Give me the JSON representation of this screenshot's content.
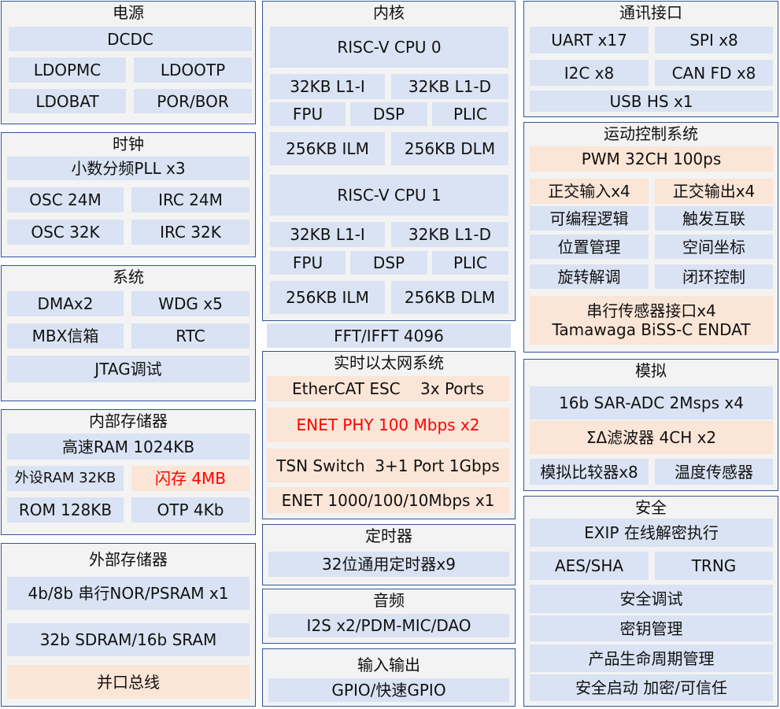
{
  "power": {
    "title": "电源",
    "dcdc": "DCDC",
    "ldopmc": "LDOPMC",
    "ldootp": "LDOOTP",
    "ldobat": "LDOBAT",
    "porbor": "POR/BOR"
  },
  "clock": {
    "title": "时钟",
    "pll": "小数分频PLL x3",
    "osc24": "OSC 24M",
    "irc24": "IRC 24M",
    "osc32": "OSC 32K",
    "irc32": "IRC 32K"
  },
  "system": {
    "title": "系统",
    "dma": "DMAx2",
    "wdg": "WDG x5",
    "mbx": "MBX信箱",
    "rtc": "RTC",
    "jtag": "JTAG调试"
  },
  "internal_mem": {
    "title": "内部存储器",
    "ram": "高速RAM 1024KB",
    "pram": "外设RAM 32KB",
    "flash": "闪存 4MB",
    "rom": "ROM 128KB",
    "otp": "OTP 4Kb"
  },
  "external_mem": {
    "title": "外部存储器",
    "nor": "4b/8b 串行NOR/PSRAM x1",
    "sdram": "32b SDRAM/16b SRAM",
    "parallel": "并口总线"
  },
  "core": {
    "title": "内核",
    "cpu0": {
      "name": "RISC-V CPU 0",
      "l1i": "32KB L1-I",
      "l1d": "32KB L1-D",
      "fpu": "FPU",
      "dsp": "DSP",
      "plic": "PLIC",
      "ilm": "256KB ILM",
      "dlm": "256KB DLM"
    },
    "cpu1": {
      "name": "RISC-V CPU 1",
      "l1i": "32KB L1-I",
      "l1d": "32KB L1-D",
      "fpu": "FPU",
      "dsp": "DSP",
      "plic": "PLIC",
      "ilm": "256KB ILM",
      "dlm": "256KB DLM"
    },
    "fft": "FFT/IFFT 4096"
  },
  "ethernet": {
    "title": "实时以太网系统",
    "ecat": "EtherCAT ESC    3x Ports",
    "phy": "ENET PHY 100 Mbps x2",
    "tsn": "TSN Switch  3+1 Port 1Gbps",
    "enet": "ENET 1000/100/10Mbps x1"
  },
  "timer": {
    "title": "定时器",
    "gpt": "32位通用定时器x9"
  },
  "audio": {
    "title": "音频",
    "i2s": "I2S x2/PDM-MIC/DAO"
  },
  "io": {
    "title": "输入输出",
    "gpio": "GPIO/快速GPIO"
  },
  "comm": {
    "title": "通讯接口",
    "uart": "UART x17",
    "spi": "SPI x8",
    "i2c": "I2C x8",
    "can": "CAN FD x8",
    "usb": "USB HS x1"
  },
  "motion": {
    "title": "运动控制系统",
    "pwm": "PWM 32CH 100ps",
    "qei_in": "正交输入x4",
    "qei_out": "正交输出x4",
    "plb": "可编程逻辑",
    "trig": "触发互联",
    "pos": "位置管理",
    "coord": "空间坐标",
    "resolver": "旋转解调",
    "loop": "闭环控制",
    "serial1": "串行传感器接口x4",
    "serial2": "Tamawaga BiSS-C ENDAT"
  },
  "analog": {
    "title": "模拟",
    "adc": "16b SAR-ADC 2Msps x4",
    "sdm": "ΣΔ滤波器 4CH x2",
    "acmp": "模拟比较器x8",
    "tsns": "温度传感器"
  },
  "security": {
    "title": "安全",
    "exip": "EXIP 在线解密执行",
    "aes": "AES/SHA",
    "trng": "TRNG",
    "debug": "安全调试",
    "key": "密钥管理",
    "lifecycle": "产品生命周期管理",
    "boot": "安全启动 加密/可信任"
  },
  "colors": {
    "border": "#2f5597",
    "panel_bg": "#f3f3f3",
    "blue_cell": "#dae3f3",
    "orange_cell": "#fbe5d6",
    "highlight_text": "#ff0000"
  }
}
